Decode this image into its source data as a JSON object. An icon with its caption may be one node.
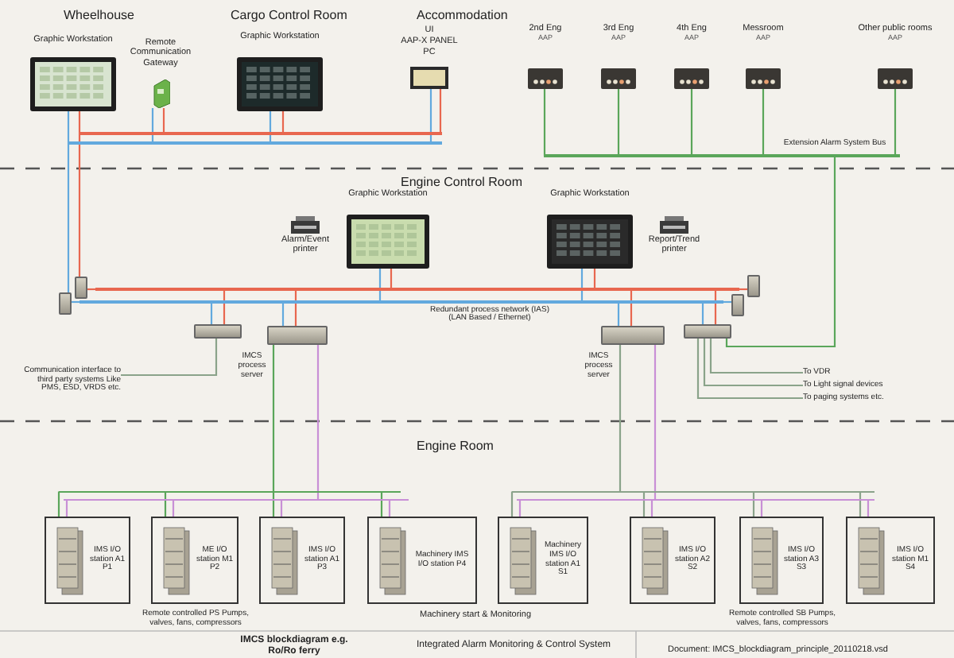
{
  "diagram": {
    "nodes": [
      {
        "text": [
          "Graphic Workstation"
        ]
      },
      {
        "text": [
          "Remote Communication Gateway"
        ]
      },
      {
        "text": [
          "Graphic Workstation"
        ]
      },
      {
        "text": [
          "UI",
          "AAP-X PANEL PC"
        ]
      },
      {
        "text": [
          "2nd Eng",
          "AAP"
        ]
      },
      {
        "text": [
          "3rd Eng",
          "AAP"
        ]
      },
      {
        "text": [
          "4th Eng",
          "AAP"
        ]
      },
      {
        "text": [
          "Messroom",
          "AAP"
        ]
      },
      {
        "text": [
          "Other public rooms",
          "AAP"
        ]
      },
      {
        "text": [],
        "shape": "bar"
      },
      {
        "text": [],
        "shape": "bar"
      },
      {
        "text": [],
        "shape": "bar",
        "beside": [
          "Extension Alarm System Bus"
        ]
      },
      {
        "text": [
          "Alarm/Event printer"
        ]
      },
      {
        "text": [
          "Graphic Workstation"
        ]
      },
      {
        "text": [
          "Graphic Workstation"
        ]
      },
      {
        "text": [
          "Report/Trend printer"
        ]
      },
      {
        "text": [],
        "shape": "box"
      },
      {
        "text": [],
        "shape": "box"
      },
      {
        "text": [],
        "shape": "box"
      },
      {
        "text": [],
        "shape": "box"
      },
      {
        "text": [],
        "shape": "bar"
      },
      {
        "text": [],
        "shape": "bar",
        "beside": [
          "Redundant process network (IAS) (LAN Based / Ethernet)"
        ]
      },
      {
        "text": [],
        "shape": "box"
      },
      {
        "text": [],
        "shape": "box",
        "beside": [
          "IMCS process server"
        ]
      },
      {
        "text": [],
        "shape": "box",
        "beside": [
          "IMCS process server"
        ]
      },
      {
        "text": [],
        "shape": "box"
      },
      {
        "text": [
          "Communication interface to third party systems Like PMS, ESD, VRDS etc."
        ]
      },
      {
        "text": [
          "To VDR"
        ]
      },
      {
        "text": [
          "To Light signal devices"
        ]
      },
      {
        "text": [
          "To paging systems etc."
        ]
      },
      {
        "text": [],
        "shape": "bar"
      },
      {
        "text": [],
        "shape": "bar"
      },
      {
        "text": [],
        "shape": "bar"
      },
      {
        "text": [],
        "shape": "bar"
      },
      {
        "text": [
          "IMS I/O station A1 P1"
        ]
      },
      {
        "text": [
          "ME I/O station M1 P2"
        ],
        "beside": [
          "Remote controlled PS Pumps, valves, fans, compressors"
        ]
      },
      {
        "text": [
          "IMS I/O station A1 P3"
        ]
      },
      {
        "text": [
          "Machinery IMS I/O station P4"
        ]
      },
      {
        "text": [
          "Machinery IMS I/O station A1 S1"
        ]
      },
      {
        "text": [
          "IMS I/O station A2 S2"
        ]
      },
      {
        "text": [
          "IMS I/O station A3 S3"
        ],
        "beside": [
          "Remote controlled SB Pumps, valves, fans, compressors"
        ]
      },
      {
        "text": [
          "IMS I/O station M1 S4"
        ]
      }
    ],
    "edges": [
      {
        "from": 0,
        "to": 9,
        "arrow": "none",
        "color": "#e8674f"
      },
      {
        "from": 0,
        "to": 10,
        "arrow": "none",
        "color": "#62a9de"
      },
      {
        "from": 1,
        "to": 9,
        "arrow": "none",
        "color": "#e8674f"
      },
      {
        "from": 1,
        "to": 10,
        "arrow": "none",
        "color": "#62a9de"
      },
      {
        "from": 2,
        "to": 9,
        "arrow": "none",
        "color": "#e8674f"
      },
      {
        "from": 2,
        "to": 10,
        "arrow": "none",
        "color": "#62a9de"
      },
      {
        "from": 3,
        "to": 9,
        "arrow": "none",
        "color": "#e8674f"
      },
      {
        "from": 3,
        "to": 10,
        "arrow": "none",
        "color": "#62a9de"
      },
      {
        "from": 4,
        "to": 11,
        "arrow": "none",
        "color": "#5aa65a"
      },
      {
        "from": 5,
        "to": 11,
        "arrow": "none",
        "color": "#5aa65a"
      },
      {
        "from": 6,
        "to": 11,
        "arrow": "none",
        "color": "#5aa65a"
      },
      {
        "from": 7,
        "to": 11,
        "arrow": "none",
        "color": "#5aa65a"
      },
      {
        "from": 8,
        "to": 11,
        "arrow": "none",
        "color": "#5aa65a"
      },
      {
        "from": 9,
        "to": 16,
        "arrow": "none",
        "color": "#e8674f"
      },
      {
        "from": 10,
        "to": 17,
        "arrow": "none",
        "color": "#62a9de"
      },
      {
        "from": 16,
        "to": 20,
        "arrow": "none",
        "color": "#e8674f"
      },
      {
        "from": 17,
        "to": 21,
        "arrow": "none",
        "color": "#62a9de"
      },
      {
        "from": 20,
        "to": 18,
        "arrow": "none",
        "color": "#e8674f"
      },
      {
        "from": 21,
        "to": 19,
        "arrow": "none",
        "color": "#62a9de"
      },
      {
        "from": 13,
        "to": 20,
        "arrow": "none",
        "color": "#e8674f"
      },
      {
        "from": 13,
        "to": 21,
        "arrow": "none",
        "color": "#62a9de"
      },
      {
        "from": 14,
        "to": 20,
        "arrow": "none",
        "color": "#e8674f"
      },
      {
        "from": 14,
        "to": 21,
        "arrow": "none",
        "color": "#62a9de"
      },
      {
        "from": 22,
        "to": 20,
        "arrow": "none",
        "color": "#e8674f"
      },
      {
        "from": 22,
        "to": 21,
        "arrow": "none",
        "color": "#62a9de"
      },
      {
        "from": 23,
        "to": 20,
        "arrow": "none",
        "color": "#e8674f"
      },
      {
        "from": 23,
        "to": 21,
        "arrow": "none",
        "color": "#62a9de"
      },
      {
        "from": 24,
        "to": 20,
        "arrow": "none",
        "color": "#e8674f"
      },
      {
        "from": 24,
        "to": 21,
        "arrow": "none",
        "color": "#62a9de"
      },
      {
        "from": 25,
        "to": 20,
        "arrow": "none",
        "color": "#e8674f"
      },
      {
        "from": 25,
        "to": 21,
        "arrow": "none",
        "color": "#62a9de"
      },
      {
        "from": 11,
        "to": 25,
        "arrow": "none",
        "color": "#5aa65a"
      },
      {
        "from": 22,
        "to": 26,
        "arrow": "none",
        "color": "#8aa38a"
      },
      {
        "from": 25,
        "to": 27,
        "arrow": "none",
        "color": "#8aa38a"
      },
      {
        "from": 25,
        "to": 28,
        "arrow": "none",
        "color": "#8aa38a"
      },
      {
        "from": 25,
        "to": 29,
        "arrow": "none",
        "color": "#8aa38a"
      },
      {
        "from": 23,
        "to": 30,
        "arrow": "none",
        "color": "#5aa65a"
      },
      {
        "from": 23,
        "to": 31,
        "arrow": "none",
        "color": "#c88fd6"
      },
      {
        "from": 24,
        "to": 32,
        "arrow": "none",
        "color": "#8aa38a"
      },
      {
        "from": 24,
        "to": 33,
        "arrow": "none",
        "color": "#c88fd6"
      },
      {
        "from": 30,
        "to": 34,
        "arrow": "none",
        "color": "#5aa65a"
      },
      {
        "from": 31,
        "to": 34,
        "arrow": "none",
        "color": "#c88fd6"
      },
      {
        "from": 30,
        "to": 35,
        "arrow": "none",
        "color": "#5aa65a"
      },
      {
        "from": 31,
        "to": 35,
        "arrow": "none",
        "color": "#c88fd6"
      },
      {
        "from": 30,
        "to": 36,
        "arrow": "none",
        "color": "#5aa65a"
      },
      {
        "from": 31,
        "to": 36,
        "arrow": "none",
        "color": "#c88fd6"
      },
      {
        "from": 30,
        "to": 37,
        "arrow": "none",
        "color": "#5aa65a"
      },
      {
        "from": 31,
        "to": 37,
        "arrow": "none",
        "color": "#c88fd6"
      },
      {
        "from": 32,
        "to": 38,
        "arrow": "none",
        "color": "#8aa38a"
      },
      {
        "from": 33,
        "to": 38,
        "arrow": "none",
        "color": "#c88fd6"
      },
      {
        "from": 32,
        "to": 39,
        "arrow": "none",
        "color": "#8aa38a"
      },
      {
        "from": 33,
        "to": 39,
        "arrow": "none",
        "color": "#c88fd6"
      },
      {
        "from": 32,
        "to": 40,
        "arrow": "none",
        "color": "#8aa38a"
      },
      {
        "from": 33,
        "to": 40,
        "arrow": "none",
        "color": "#c88fd6"
      },
      {
        "from": 32,
        "to": 41,
        "arrow": "none",
        "color": "#8aa38a"
      },
      {
        "from": 33,
        "to": 41,
        "arrow": "none",
        "color": "#c88fd6"
      }
    ],
    "labels": [
      "Wheelhouse",
      "Cargo Control Room",
      "Accommodation",
      "Engine Control Room",
      "Engine Room",
      "Machinery start & Monitoring",
      "IMCS blockdiagram e.g. Ro/Ro ferry",
      "Integrated Alarm Monitoring & Control System",
      "Document: IMCS_blockdiagram_principle_20110218.vsd"
    ]
  }
}
